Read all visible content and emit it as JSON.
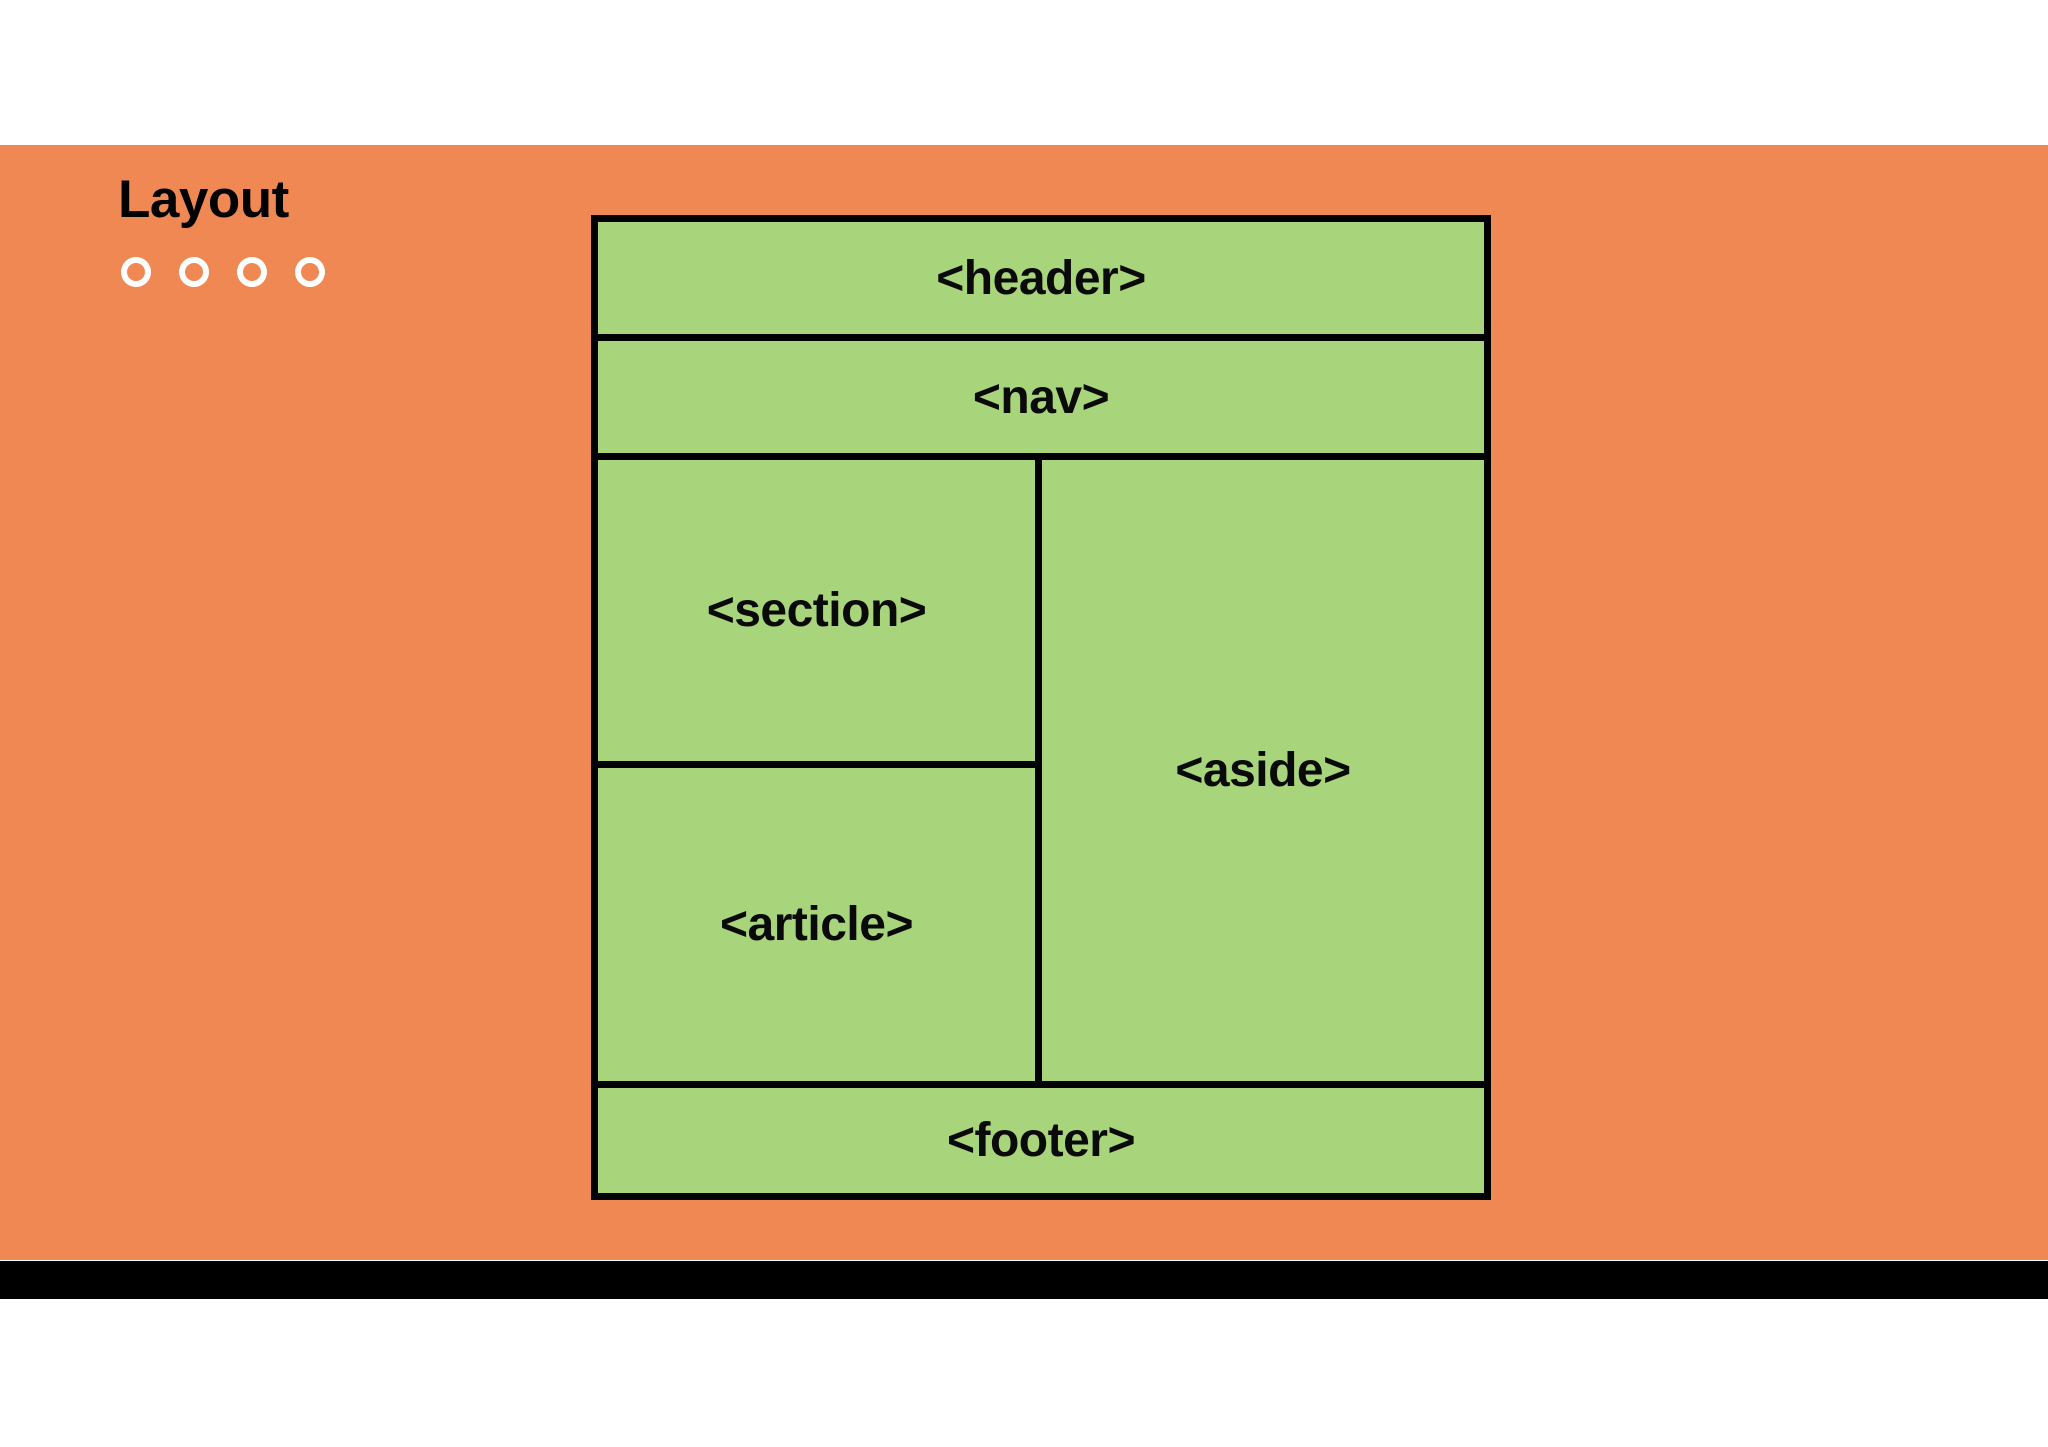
{
  "slide": {
    "title": "Layout",
    "background_color": "#f08853",
    "diagram_fill_color": "#a8d47b",
    "diagram_border_color": "#000000",
    "title_color": "#000000",
    "bottom_band_color": "#000000",
    "dot_color": "#ffffff"
  },
  "pagination": {
    "dots": [
      {
        "name": "dot-1",
        "active": false
      },
      {
        "name": "dot-2",
        "active": false
      },
      {
        "name": "dot-3",
        "active": false
      },
      {
        "name": "dot-4",
        "active": false
      }
    ],
    "count": 4
  },
  "diagram": {
    "type": "html-semantic-layout",
    "regions": [
      {
        "key": "header",
        "label": "<header>"
      },
      {
        "key": "nav",
        "label": "<nav>"
      },
      {
        "key": "section",
        "label": "<section>"
      },
      {
        "key": "article",
        "label": "<article>"
      },
      {
        "key": "aside",
        "label": "<aside>"
      },
      {
        "key": "footer",
        "label": "<footer>"
      }
    ],
    "header": {
      "label": "<header>"
    },
    "nav": {
      "label": "<nav>"
    },
    "section": {
      "label": "<section>"
    },
    "article": {
      "label": "<article>"
    },
    "aside": {
      "label": "<aside>"
    },
    "footer": {
      "label": "<footer>"
    }
  }
}
